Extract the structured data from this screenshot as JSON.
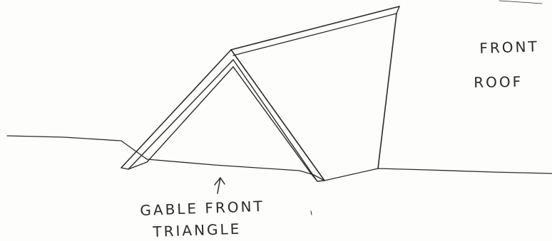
{
  "labels": {
    "roof_line1": "FRONT",
    "roof_line2": "ROOF",
    "gable_line1": "GABLE FRONT",
    "gable_line2": "TRIANGLE"
  },
  "colors": {
    "ink": "#2a2a2a",
    "paper": "#fdfdfc"
  }
}
